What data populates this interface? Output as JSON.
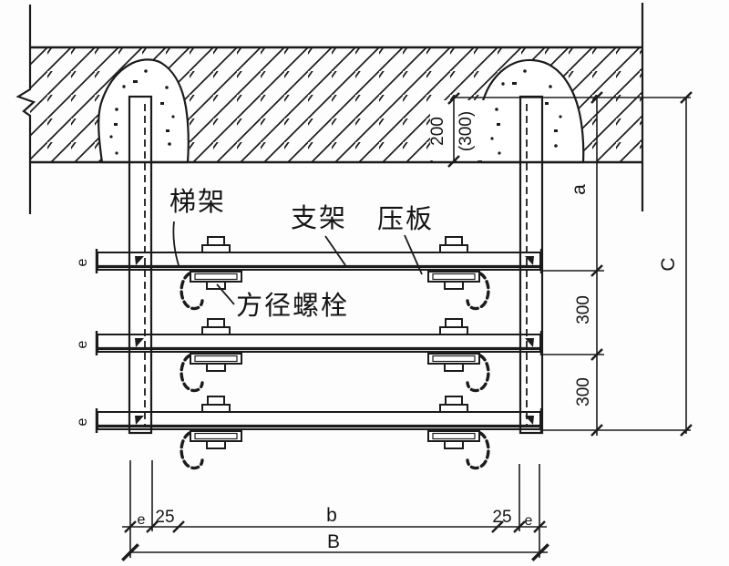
{
  "drawing": {
    "title_hint": "cable-ladder-support-installation-detail",
    "labels": {
      "ladder_frame": "梯架",
      "bracket": "支架",
      "pressure_plate": "压板",
      "square_bolt": "方径螺栓"
    },
    "dimensions": {
      "embed_depth": "200",
      "embed_depth_alt": "(300)",
      "dim_a": "a",
      "spacing_1": "300",
      "spacing_2": "300",
      "dim_c": "C",
      "edge_e": "e",
      "offset_left": "25",
      "dim_b": "b",
      "offset_right": "25",
      "dim_total_b": "B"
    },
    "colors": {
      "line": "#1b1b1b",
      "background": "#ffffff"
    }
  }
}
